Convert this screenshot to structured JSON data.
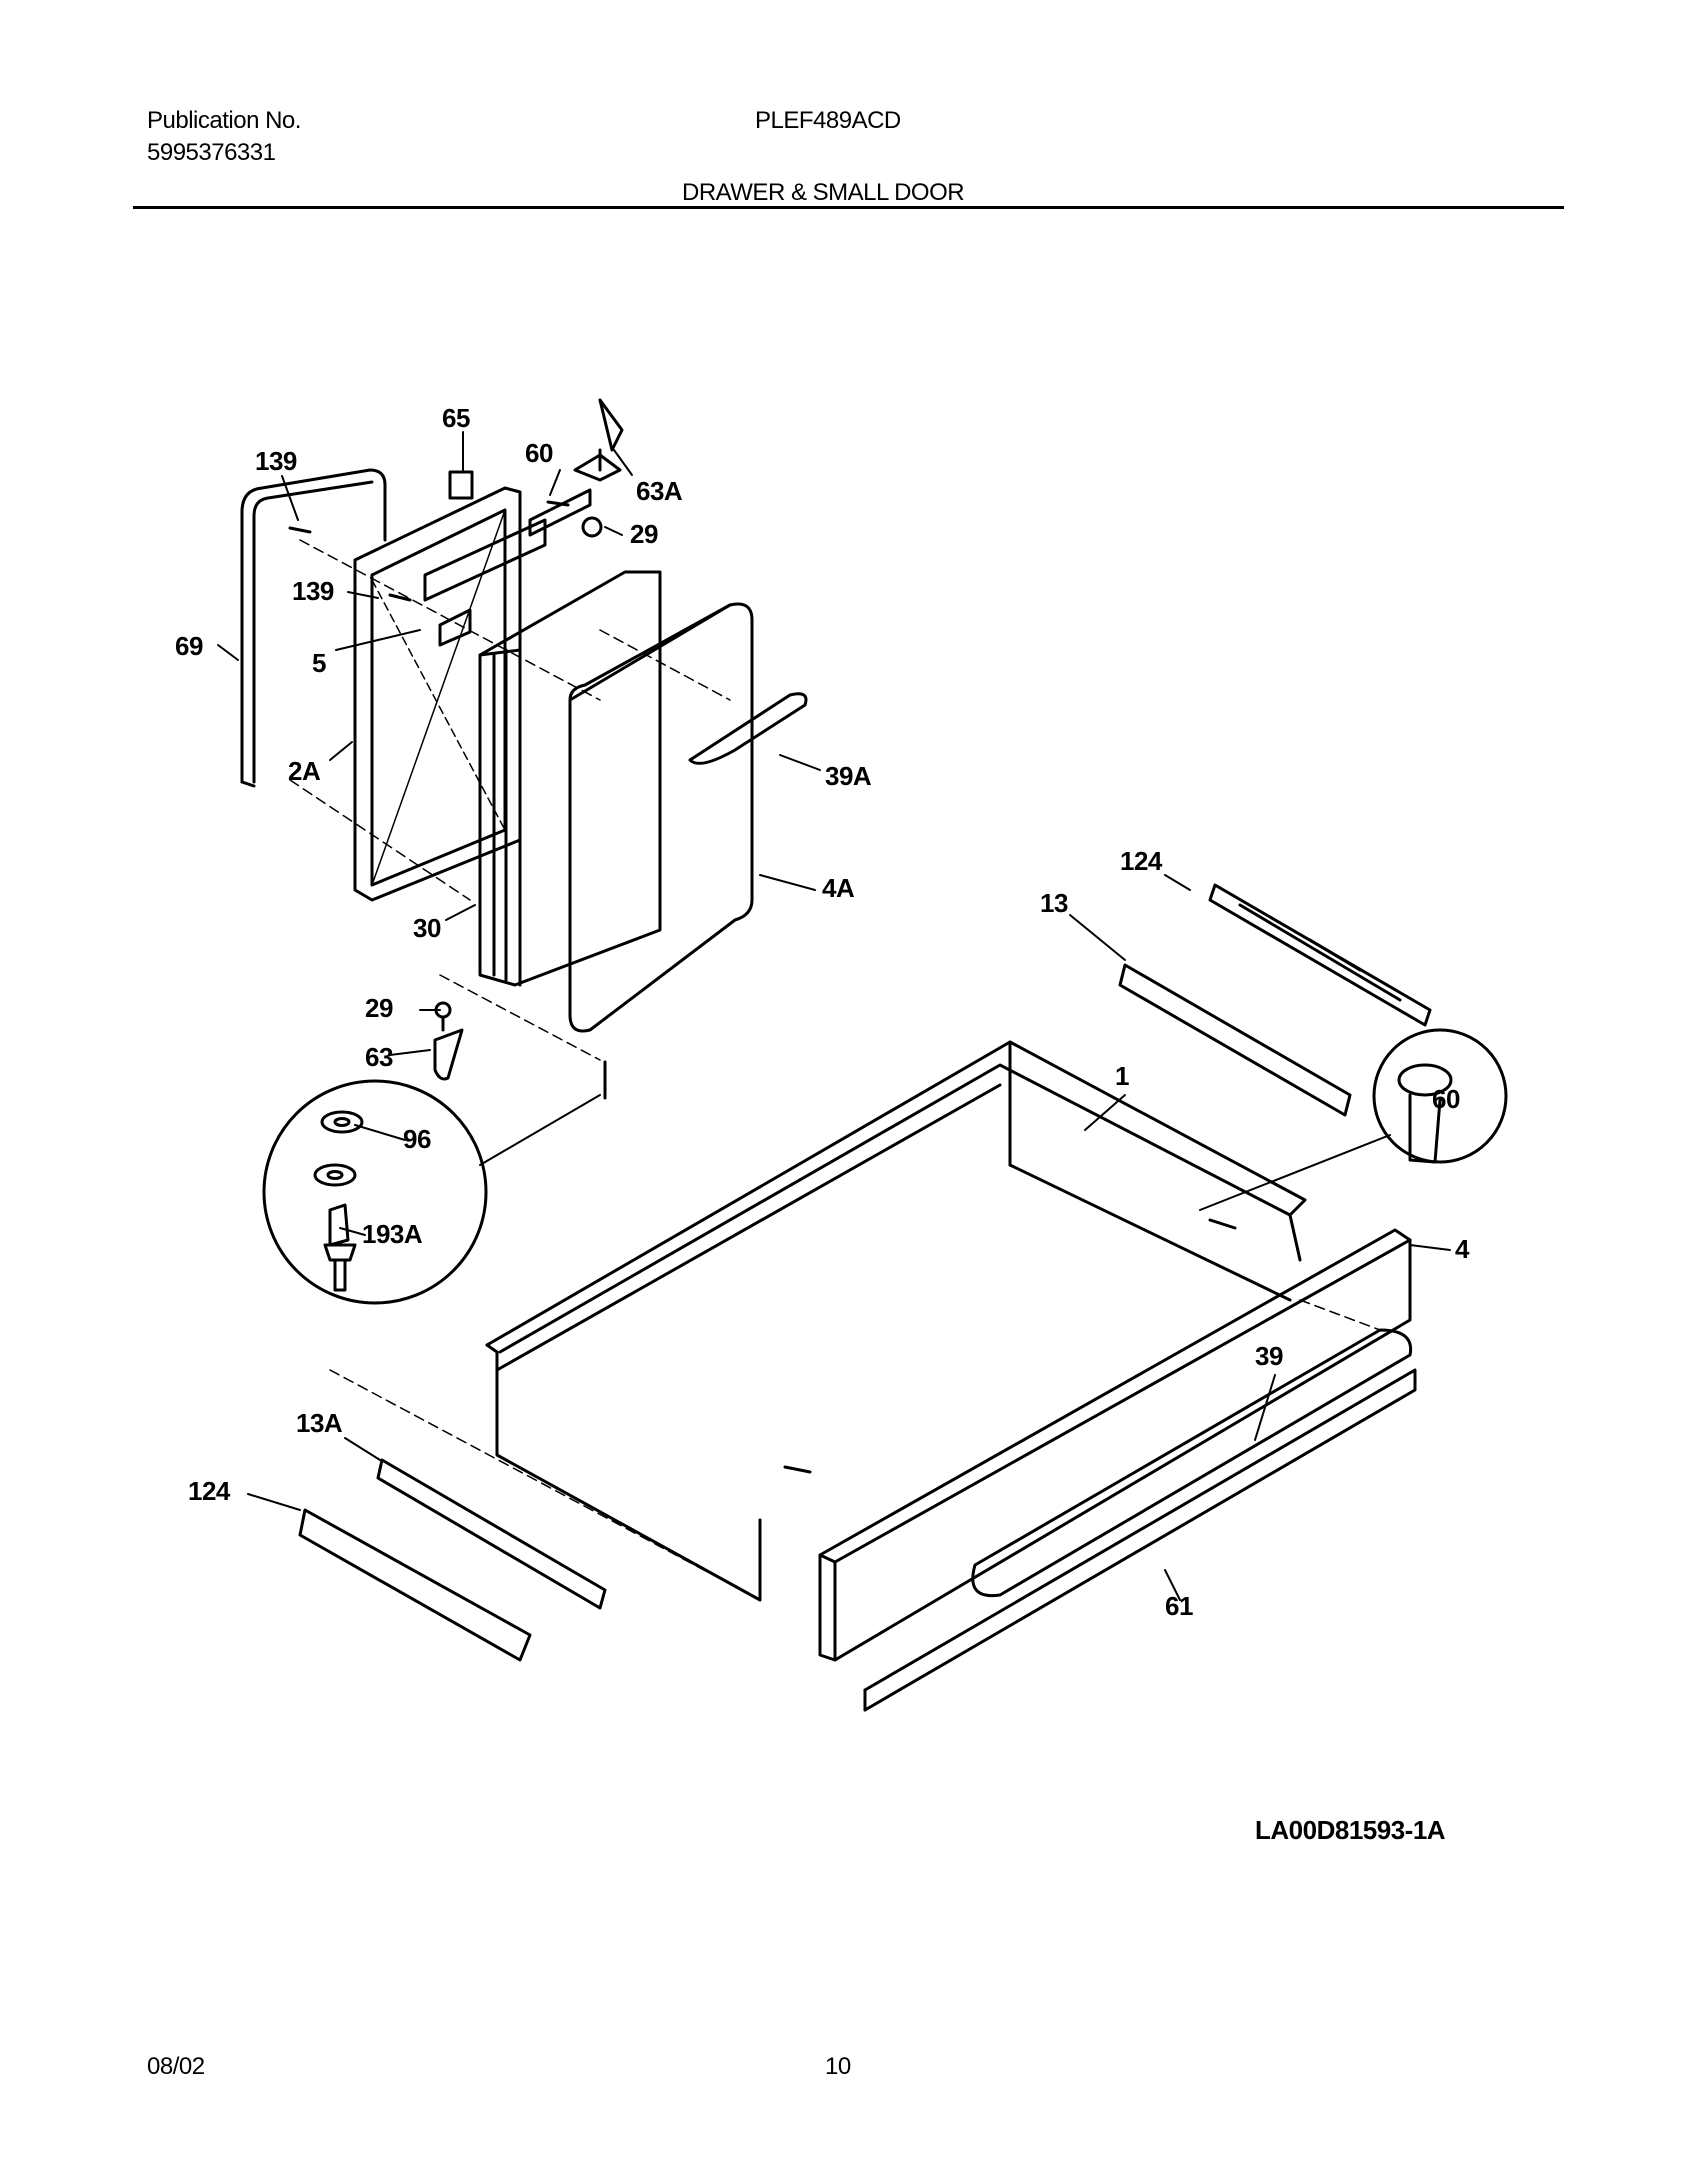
{
  "header": {
    "publication_label": "Publication No.",
    "publication_number": "5995376331",
    "model": "PLEF489ACD",
    "section_title": "DRAWER & SMALL DOOR"
  },
  "diagram": {
    "callouts": [
      "139",
      "65",
      "60",
      "63A",
      "29",
      "139",
      "5",
      "69",
      "2A",
      "39A",
      "4A",
      "30",
      "124",
      "13",
      "29",
      "63",
      "1",
      "96",
      "60",
      "193A",
      "4",
      "39",
      "13A",
      "124",
      "61"
    ]
  },
  "reference_code": "LA00D81593-1A",
  "footer": {
    "date": "08/02",
    "page_number": "10"
  }
}
